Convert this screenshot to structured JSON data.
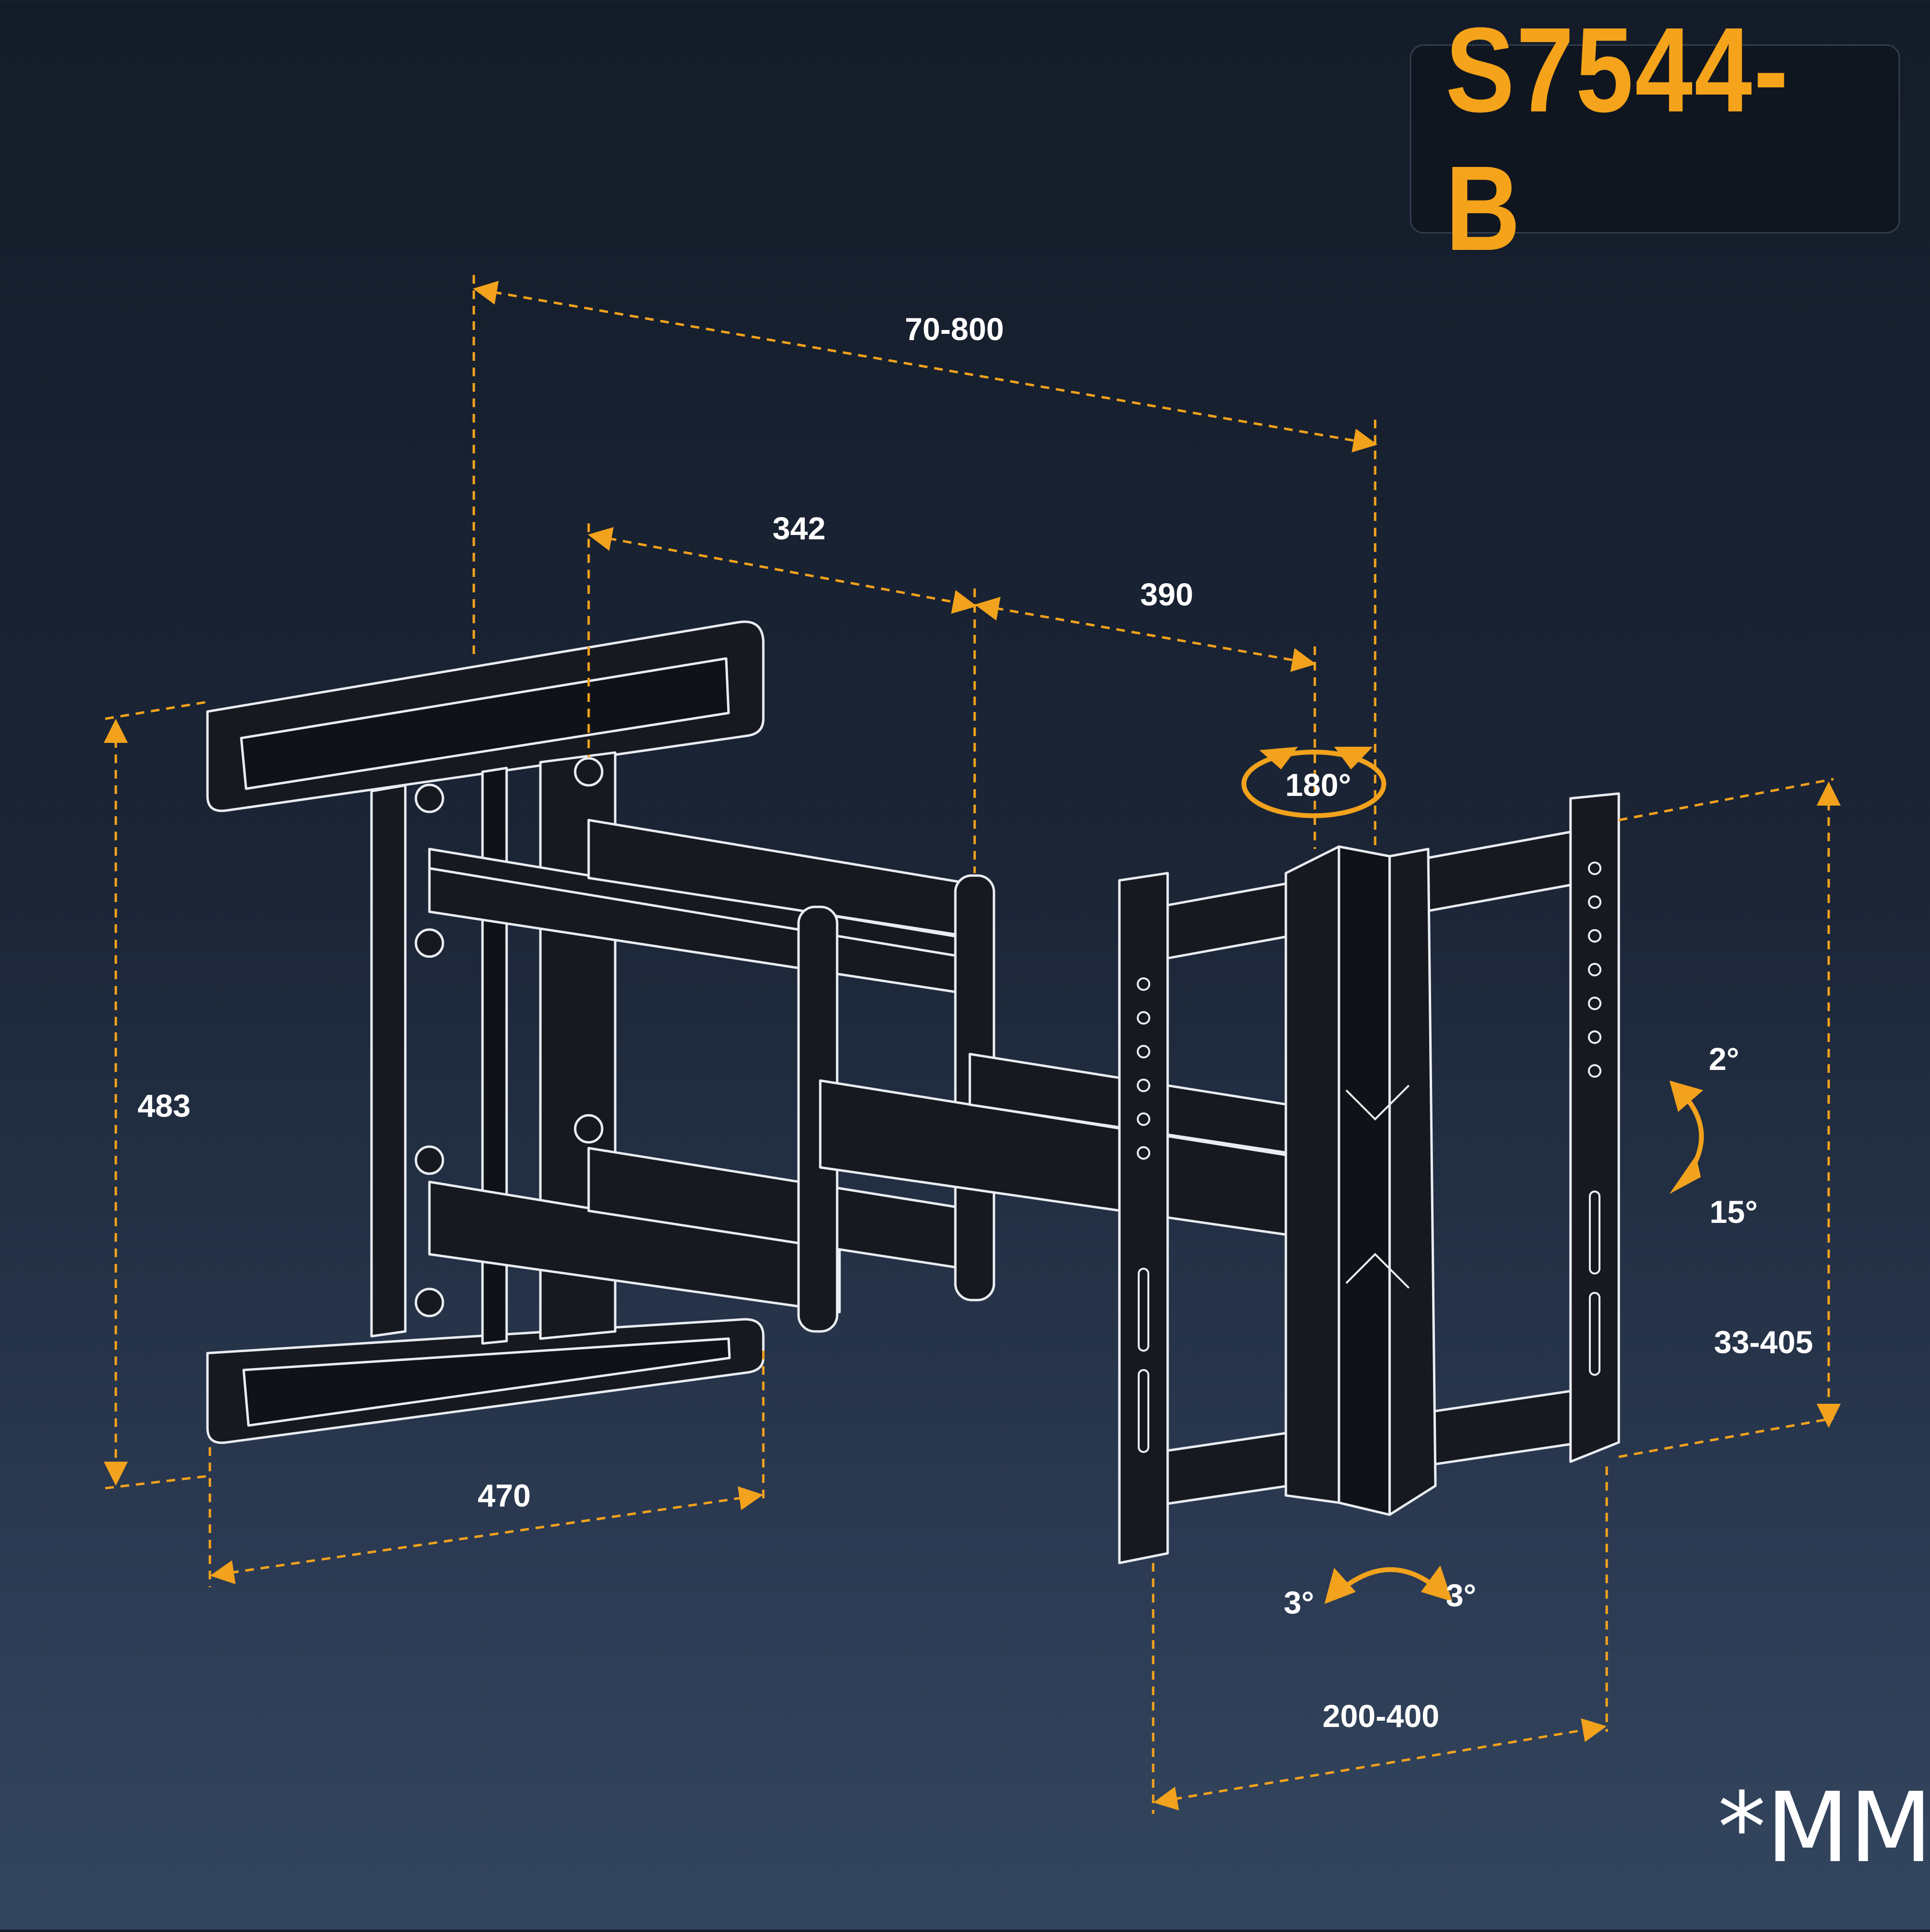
{
  "model": "S7544-B",
  "unit": "*MM",
  "dimensions": {
    "extension": "70-800",
    "arm_first": "342",
    "arm_second": "390",
    "wall_plate_height": "483",
    "wall_plate_width": "470",
    "vesa_vertical": "33-405",
    "vesa_horizontal": "200-400"
  },
  "angles": {
    "swivel": "180°",
    "tilt_up": "2°",
    "tilt_down": "15°",
    "level_left": "3°",
    "level_right": "3°"
  },
  "colors": {
    "accent": "#f2a21c",
    "model_text": "#f5a31a",
    "background": "#1b2536",
    "line_art": "#e9ecf1"
  }
}
